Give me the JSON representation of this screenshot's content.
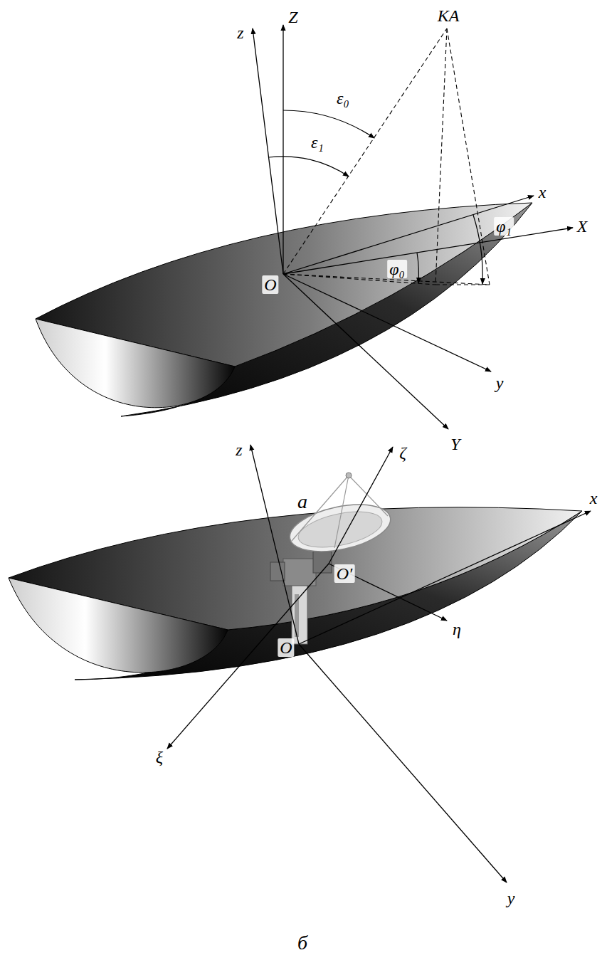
{
  "diagram": {
    "labels": [
      "z",
      "Z",
      "КА",
      "ε₀",
      "ε₁",
      "x",
      "φ₁",
      "X",
      "φ₀",
      "O",
      "y",
      "Y",
      "а",
      "z",
      "ζ",
      "x",
      "O′",
      "η",
      "ξ",
      "O",
      "y",
      "б"
    ]
  }
}
